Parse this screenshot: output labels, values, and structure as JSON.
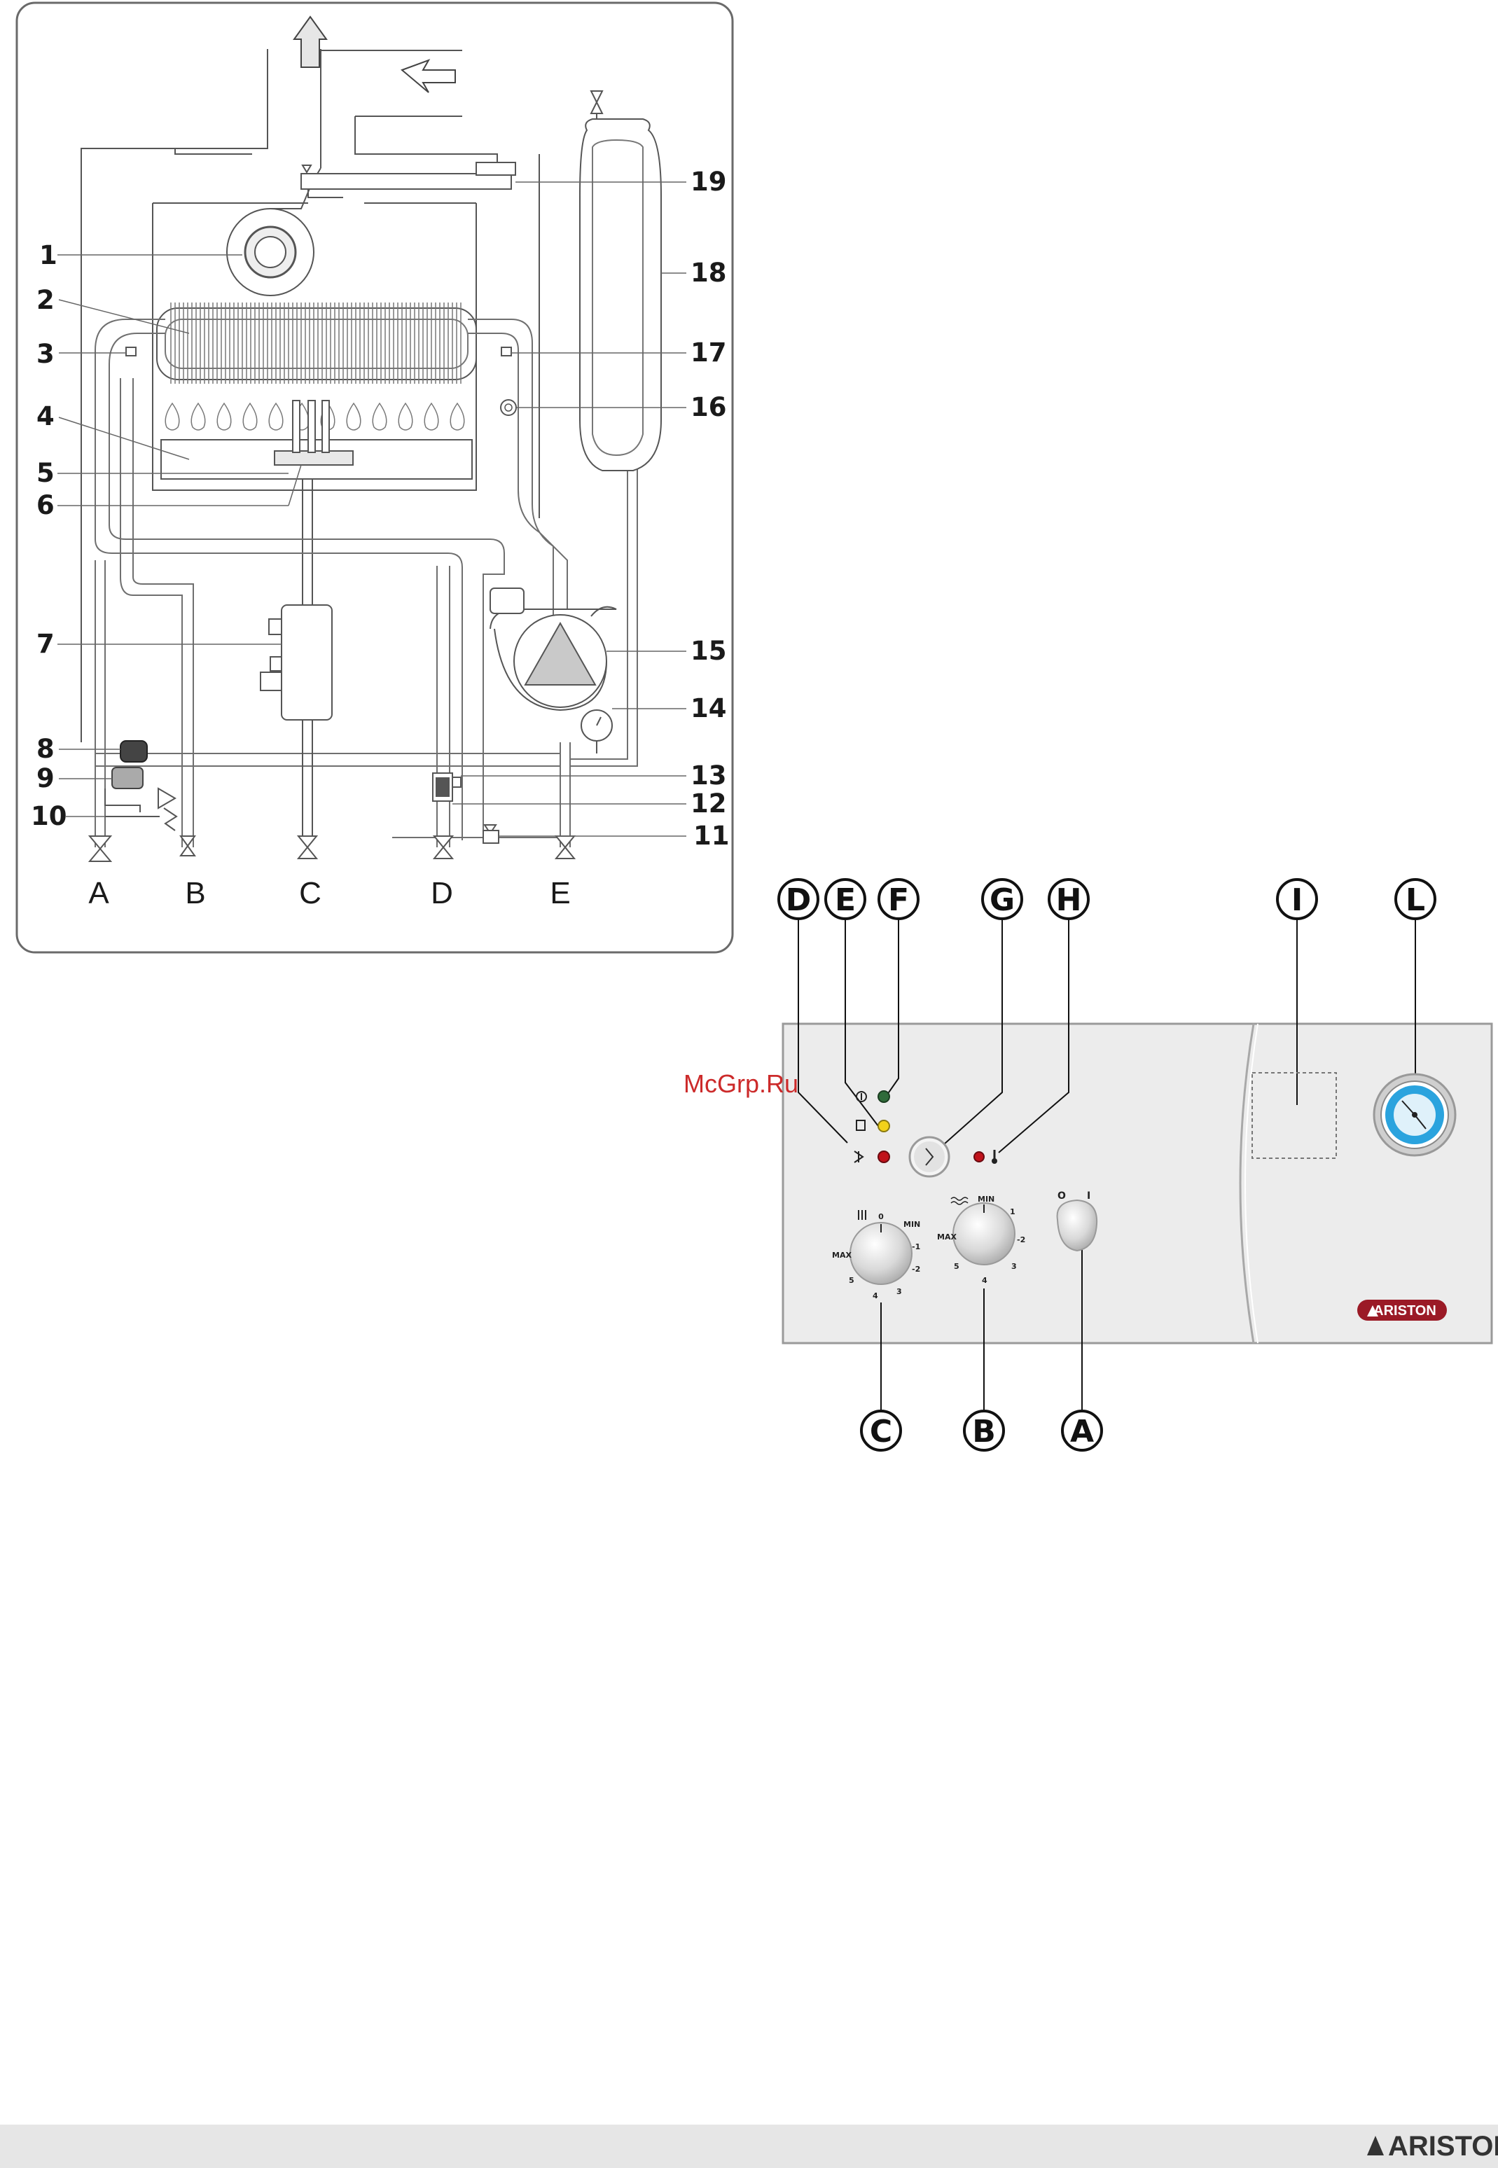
{
  "diagram": {
    "component_numbers": [
      "1",
      "2",
      "3",
      "4",
      "5",
      "6",
      "7",
      "8",
      "9",
      "10",
      "11",
      "12",
      "13",
      "14",
      "15",
      "16",
      "17",
      "18",
      "19"
    ],
    "connection_letters": [
      "A",
      "B",
      "C",
      "D",
      "E"
    ]
  },
  "control_panel": {
    "callouts": [
      "D",
      "E",
      "F",
      "G",
      "H",
      "I",
      "L",
      "C",
      "B",
      "A"
    ],
    "knob_c_scale": {
      "min": "MIN",
      "max": "MAX",
      "marks": [
        "0",
        "-1",
        "-2",
        "3",
        "4",
        "5"
      ]
    },
    "knob_b_scale": {
      "min": "MIN",
      "max": "MAX",
      "marks": [
        "1",
        "-2",
        "3",
        "4",
        "5"
      ]
    },
    "switch_labels": {
      "off": "O",
      "on": "I"
    },
    "brand": "ARISTON"
  },
  "watermark": "McGrp.Ru",
  "footer": {
    "brand": "ARISTON"
  },
  "colors": {
    "led_green": "#2f6b3a",
    "led_yellow": "#f2d21a",
    "led_red": "#c0121b",
    "gauge_blue": "#2aa3de",
    "brand_red": "#9b1a26",
    "footer_bar": "#e6e6e6"
  }
}
